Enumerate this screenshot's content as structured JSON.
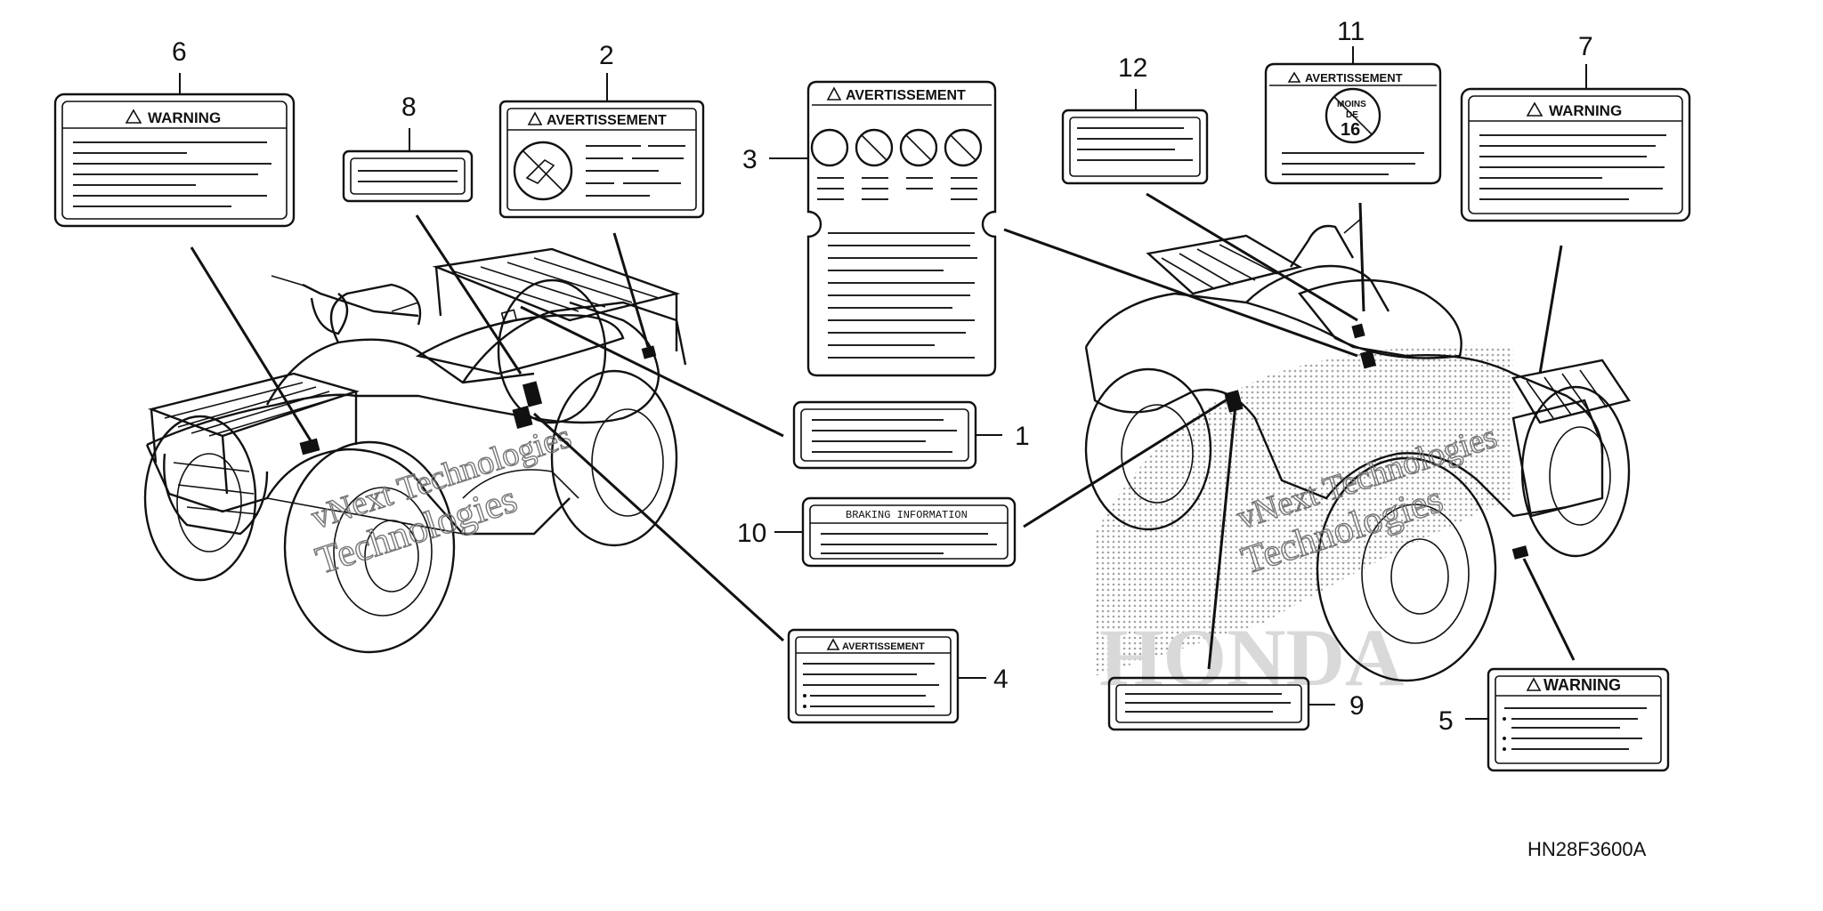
{
  "callouts": {
    "n1": "1",
    "n2": "2",
    "n3": "3",
    "n4": "4",
    "n5": "5",
    "n6": "6",
    "n7": "7",
    "n8": "8",
    "n9": "9",
    "n10": "10",
    "n11": "11",
    "n12": "12"
  },
  "labels": {
    "warning": "WARNING",
    "avertissement": "AVERTISSEMENT",
    "braking_information": "BRAKING INFORMATION",
    "age_badge_line1": "MOINS",
    "age_badge_line2": "DE",
    "age_badge_line3": "16"
  },
  "watermark": {
    "line1": "vNext Technologies",
    "line2": "Technologies"
  },
  "brand_logo": "HONDA",
  "diagram_code": "HN28F3600A"
}
